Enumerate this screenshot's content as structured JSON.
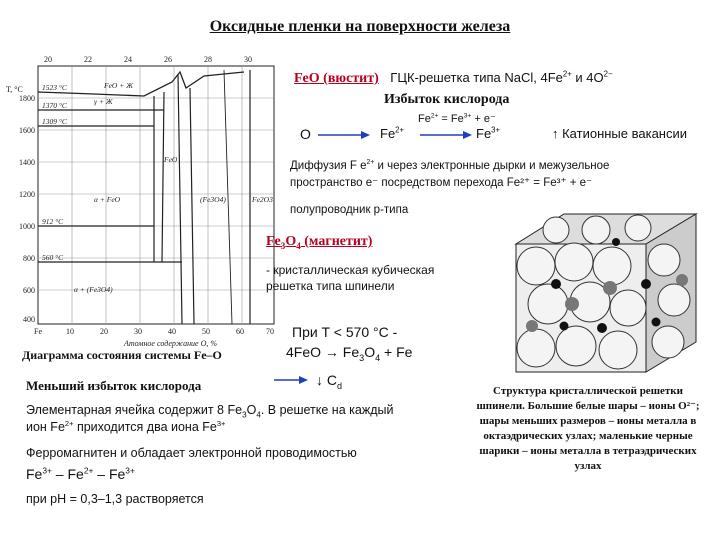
{
  "title": "Оксидные пленки на поверхности железа",
  "diagram": {
    "caption": "Диаграмма состояния системы Fe–O",
    "x_axis_label": "Атомное содержание O, %",
    "x_ticks": [
      "Fe",
      "10",
      "20",
      "30",
      "40",
      "50",
      "60",
      "70"
    ],
    "top_ticks": [
      "20",
      "22",
      "24",
      "26",
      "28",
      "30"
    ],
    "y_ticks": [
      "1800",
      "1600",
      "1400",
      "1200",
      "1000",
      "800",
      "600",
      "400"
    ],
    "y_unit": "T, °C",
    "temps": [
      "1523 °C",
      "1370 °C",
      "1309 °C",
      "912 °C",
      "560 °C"
    ],
    "phases": [
      "FeO + Ж",
      "γ + Ж",
      "FeO",
      "α + FeO",
      "α + (Fe3O4)",
      "(Fe3O4)",
      "Fe2O3"
    ]
  },
  "wustite": {
    "name": "FeO (вюстит)",
    "lattice": "ГЦК-решетка типа NaCl, 4Fe",
    "lattice_ion1_charge": "2+",
    "lattice_and": " и 4O",
    "lattice_ion2_charge": "2−",
    "excess": "Избыток кислорода",
    "reaction_top": "Fe",
    "reaction_top_c1": "2+",
    "reaction_top_mid": " = Fe",
    "reaction_top_c2": "3+",
    "reaction_top_end": " + e⁻",
    "o_label": "O",
    "fe_a": "Fe",
    "fe_a_charge": "2+",
    "fe_b": "Fe",
    "fe_b_charge": "3+",
    "vacancies": "↑ Катионные вакансии",
    "diffusion_1": "Диффузия  F e",
    "diffusion_charge": "2+",
    "diffusion_2": "  и через электронные дырки и межузельное",
    "diffusion_line2": "пространство e⁻ посредством перехода Fe²⁺ = Fe³⁺ + e⁻",
    "semiconductor": "полупроводник p-типа"
  },
  "magnetite": {
    "name_a": "Fe",
    "name_sub1": "3",
    "name_b": "O",
    "name_sub2": "4",
    "name_c": " (магнетит)",
    "desc": "- кристаллическая кубическая решетка типа шпинели",
    "cond": "При T < 570 °C -",
    "eq_a": "4FeO",
    "eq_arrow": "→",
    "eq_b": "Fe",
    "eq_sub1": "3",
    "eq_c": "O",
    "eq_sub2": "4",
    "eq_d": " + Fe",
    "cd_arrow": "↓ C",
    "cd_sub": "d"
  },
  "lower": {
    "less_oxygen": "Меньший избыток кислорода",
    "cell_1": "Элементарная ячейка содержит 8 Fe",
    "cell_sub": "3",
    "cell_2": "O",
    "cell_sub2": "4",
    "cell_3": ". В решетке на каждый ион Fe",
    "cell_c1": "2+",
    "cell_4": " приходится два иона Fe",
    "cell_c2": "3+",
    "ferri": "Ферромагнитен и обладает электронной проводимостью",
    "seq_a": "Fe",
    "seq_c1": "3+",
    "seq_b": " – Fe",
    "seq_c2": "2+",
    "seq_c": " – Fe",
    "seq_c3": "3+",
    "dissolve": "при pH = 0,3–1,3 растворяется"
  },
  "spinel_caption": "Структура кристаллической решетки шпинели. Большие белые шары – ионы O²⁻; шары меньших размеров – ионы металла в октаэдрических узлах; маленькие черные шарики – ионы металла в тетраэдрических узлах",
  "colors": {
    "accent_red": "#b8001f",
    "arrow_blue": "#1f3fbf"
  }
}
